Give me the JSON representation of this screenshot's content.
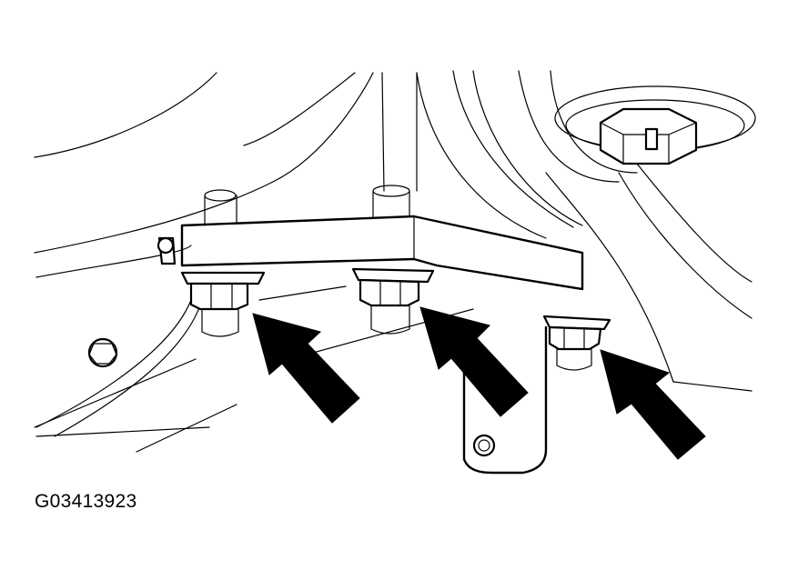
{
  "figure": {
    "id_label": "G03413923"
  },
  "colors": {
    "line": "#000000",
    "background": "#ffffff"
  },
  "callouts": {
    "arrow_count": 3,
    "target": "bolts"
  }
}
